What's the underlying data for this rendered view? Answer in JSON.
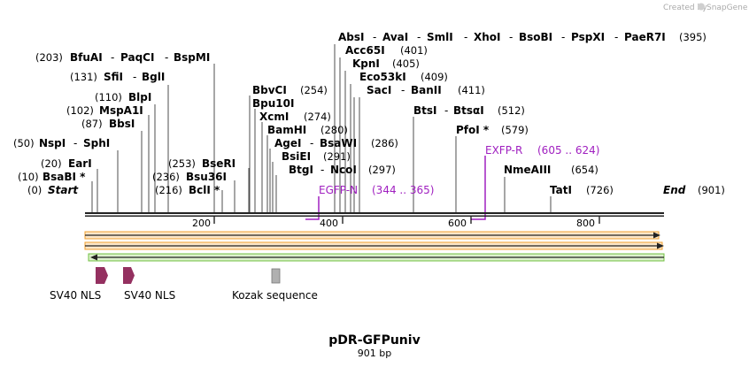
{
  "plasmid": {
    "name": "pDR-GFPuniv",
    "length_label": "901 bp"
  },
  "logo": {
    "created_by": "Created by",
    "brand": "SnapGene"
  },
  "colors": {
    "primer": "#a020c0",
    "orange_arrow": "#f0a030",
    "green_arrow": "#70c040",
    "nls": "#943060",
    "kozak": "#b0b0b0"
  },
  "ticks": [
    "200",
    "400",
    "600",
    "800"
  ],
  "start_label": {
    "pos": "(0)",
    "name": "Start"
  },
  "end_label": {
    "name": "End",
    "pos": "(901)"
  },
  "enzymes": [
    {
      "pos": "(10)",
      "name": "BsaBI *"
    },
    {
      "pos": "(20)",
      "name": "EarI"
    },
    {
      "pos": "(50)",
      "name": "NspI"
    },
    {
      "name": "SphI"
    },
    {
      "pos": "(87)",
      "name": "BbsI"
    },
    {
      "pos": "(102)",
      "name": "MspA1I"
    },
    {
      "pos": "(110)",
      "name": "BlpI"
    },
    {
      "pos": "(131)",
      "name": "SfiI"
    },
    {
      "name": "BglI"
    },
    {
      "pos": "(203)",
      "name": "BfuAI"
    },
    {
      "name": "PaqCI"
    },
    {
      "name": "BspMI"
    },
    {
      "pos": "(216)",
      "name": "BclI *"
    },
    {
      "pos": "(236)",
      "name": "Bsu36I"
    },
    {
      "pos": "(253)",
      "name": "BseRI"
    },
    {
      "name": "BbvCI",
      "pos": "(254)"
    },
    {
      "name": "Bpu10I"
    },
    {
      "name": "XcmI",
      "pos": "(274)"
    },
    {
      "name": "BamHI",
      "pos": "(280)"
    },
    {
      "name": "AgeI"
    },
    {
      "name": "BsaWI",
      "pos": "(286)"
    },
    {
      "name": "BsiEI",
      "pos": "(291)"
    },
    {
      "name": "BtgI"
    },
    {
      "name": "NcoI",
      "pos": "(297)"
    },
    {
      "name": "AbsI"
    },
    {
      "name": "AvaI"
    },
    {
      "name": "SmlI"
    },
    {
      "name": "XhoI"
    },
    {
      "name": "BsoBI"
    },
    {
      "name": "PspXI"
    },
    {
      "name": "PaeR7I",
      "pos": "(395)"
    },
    {
      "name": "Acc65I",
      "pos": "(401)"
    },
    {
      "name": "KpnI",
      "pos": "(405)"
    },
    {
      "name": "Eco53kI",
      "pos": "(409)"
    },
    {
      "name": "SacI"
    },
    {
      "name": "BanII",
      "pos": "(411)"
    },
    {
      "name": "BtsI"
    },
    {
      "name": "BtsαI",
      "pos": "(512)"
    },
    {
      "name": "PfoI *",
      "pos": "(579)"
    },
    {
      "name": "NmeAIII",
      "pos": "(654)"
    },
    {
      "name": "TatI",
      "pos": "(726)"
    }
  ],
  "primers": [
    {
      "name": "EGFP-N",
      "range": "(344 .. 365)"
    },
    {
      "name": "EXFP-R",
      "range": "(605 .. 624)"
    }
  ],
  "features": [
    {
      "name": "SV40 NLS"
    },
    {
      "name": "SV40 NLS"
    },
    {
      "name": "Kozak sequence"
    }
  ],
  "separator": "-"
}
